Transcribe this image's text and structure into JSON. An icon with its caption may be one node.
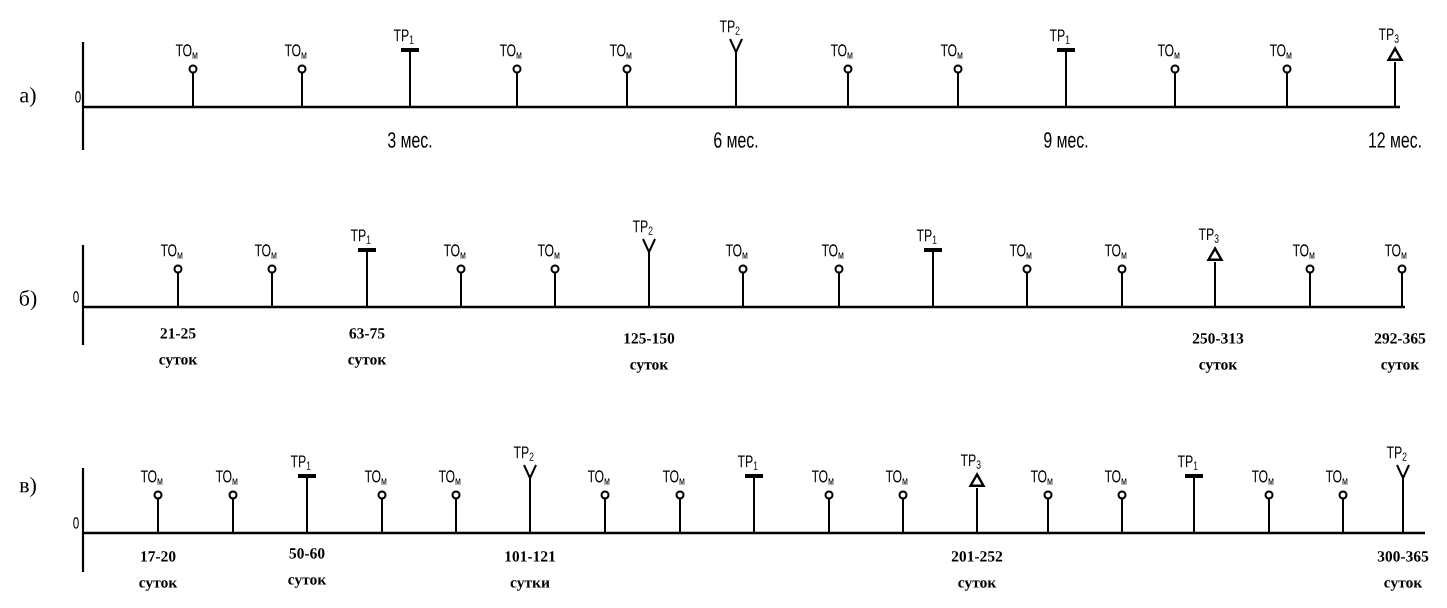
{
  "diagram": {
    "nodes": [
      {
        "text": [],
        "shape": "circle",
        "beside": [
          "ТО$_{м}$"
        ]
      },
      {
        "text": [],
        "shape": "circle",
        "beside": [
          "ТО$_{м}$"
        ]
      },
      {
        "text": [],
        "shape": "bar",
        "beside": [
          "ТР$_{1}$"
        ]
      },
      {
        "text": [],
        "shape": "circle",
        "beside": [
          "ТО$_{м}$"
        ]
      },
      {
        "text": [],
        "shape": "circle",
        "beside": [
          "ТО$_{м}$"
        ]
      },
      {
        "text": [],
        "shape": "fork",
        "beside": [
          "ТР$_{2}$"
        ]
      },
      {
        "text": [],
        "shape": "circle",
        "beside": [
          "ТО$_{м}$"
        ]
      },
      {
        "text": [],
        "shape": "circle",
        "beside": [
          "ТО$_{м}$"
        ]
      },
      {
        "text": [],
        "shape": "bar",
        "beside": [
          "ТР$_{1}$"
        ]
      },
      {
        "text": [],
        "shape": "circle",
        "beside": [
          "ТО$_{м}$"
        ]
      },
      {
        "text": [],
        "shape": "circle",
        "beside": [
          "ТО$_{м}$"
        ]
      },
      {
        "text": [],
        "shape": "triangle",
        "beside": [
          "ТР$_{3}$"
        ]
      },
      {
        "text": [],
        "shape": "circle",
        "beside": [
          "ТО$_{м}$"
        ]
      },
      {
        "text": [],
        "shape": "circle",
        "beside": [
          "ТО$_{м}$"
        ]
      },
      {
        "text": [],
        "shape": "bar",
        "beside": [
          "ТР$_{1}$"
        ]
      },
      {
        "text": [],
        "shape": "circle",
        "beside": [
          "ТО$_{м}$"
        ]
      },
      {
        "text": [],
        "shape": "circle",
        "beside": [
          "ТО$_{м}$"
        ]
      },
      {
        "text": [],
        "shape": "fork",
        "beside": [
          "ТР$_{2}$"
        ]
      },
      {
        "text": [],
        "shape": "circle",
        "beside": [
          "ТО$_{м}$"
        ]
      },
      {
        "text": [],
        "shape": "circle",
        "beside": [
          "ТО$_{м}$"
        ]
      },
      {
        "text": [],
        "shape": "bar",
        "beside": [
          "ТР$_{1}$"
        ]
      },
      {
        "text": [],
        "shape": "circle",
        "beside": [
          "ТО$_{м}$"
        ]
      },
      {
        "text": [],
        "shape": "circle",
        "beside": [
          "ТО$_{м}$"
        ]
      },
      {
        "text": [],
        "shape": "triangle",
        "beside": [
          "ТР$_{3}$"
        ]
      },
      {
        "text": [],
        "shape": "circle",
        "beside": [
          "ТО$_{м}$"
        ]
      },
      {
        "text": [],
        "shape": "circle",
        "beside": [
          "ТО$_{м}$"
        ]
      },
      {
        "text": [],
        "shape": "circle",
        "beside": [
          "ТО$_{м}$"
        ]
      },
      {
        "text": [],
        "shape": "circle",
        "beside": [
          "ТО$_{м}$"
        ]
      },
      {
        "text": [],
        "shape": "bar",
        "beside": [
          "ТР$_{1}$"
        ]
      },
      {
        "text": [],
        "shape": "circle",
        "beside": [
          "ТО$_{м}$"
        ]
      },
      {
        "text": [],
        "shape": "circle",
        "beside": [
          "ТО$_{м}$"
        ]
      },
      {
        "text": [],
        "shape": "fork",
        "beside": [
          "ТР$_{2}$"
        ]
      },
      {
        "text": [],
        "shape": "circle",
        "beside": [
          "ТО$_{м}$"
        ]
      },
      {
        "text": [],
        "shape": "circle",
        "beside": [
          "ТО$_{м}$"
        ]
      },
      {
        "text": [],
        "shape": "bar",
        "beside": [
          "ТР$_{1}$"
        ]
      },
      {
        "text": [],
        "shape": "circle",
        "beside": [
          "ТО$_{м}$"
        ]
      },
      {
        "text": [],
        "shape": "circle",
        "beside": [
          "ТО$_{м}$"
        ]
      },
      {
        "text": [],
        "shape": "triangle",
        "beside": [
          "ТР$_{3}$"
        ]
      },
      {
        "text": [],
        "shape": "circle",
        "beside": [
          "ТО$_{м}$"
        ]
      },
      {
        "text": [],
        "shape": "circle",
        "beside": [
          "ТО$_{м}$"
        ]
      },
      {
        "text": [],
        "shape": "bar",
        "beside": [
          "ТР$_{1}$"
        ]
      },
      {
        "text": [],
        "shape": "circle",
        "beside": [
          "ТО$_{м}$"
        ]
      },
      {
        "text": [],
        "shape": "circle",
        "beside": [
          "ТО$_{м}$"
        ]
      },
      {
        "text": [],
        "shape": "fork",
        "beside": [
          "ТР$_{2}$"
        ]
      }
    ],
    "labels": [
      "а)",
      "0",
      "3 мес.",
      "6 мес.",
      "9 мес.",
      "12 мес.",
      "б)",
      "0",
      "21-25 суток",
      "63-75 суток",
      "125-150 суток",
      "250-313 суток",
      "292-365 суток",
      "в)",
      "0",
      "17-20 суток",
      "50-60 суток",
      "101-121 сутки",
      "201-252 суток",
      "300-365 суток"
    ]
  }
}
